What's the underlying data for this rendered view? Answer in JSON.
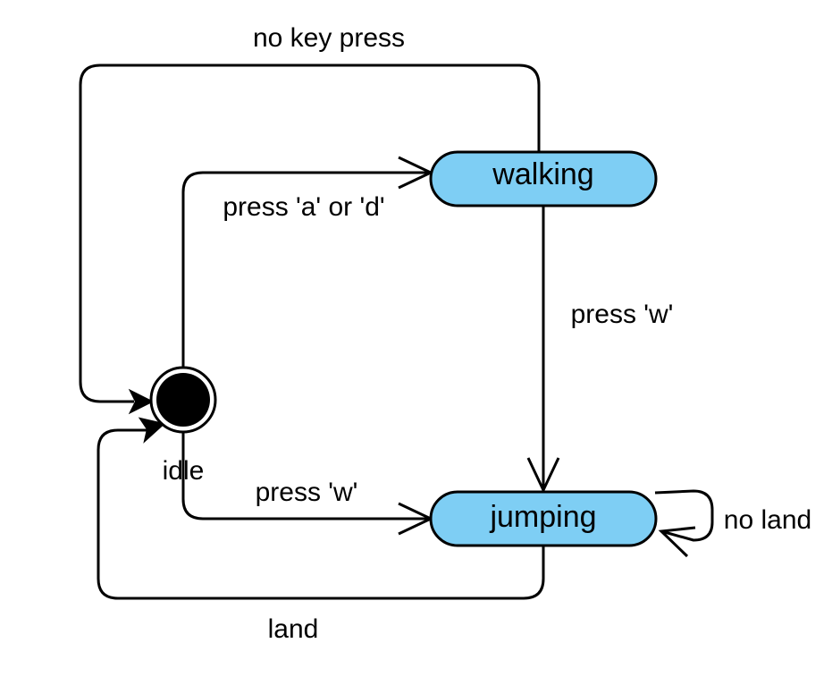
{
  "states": {
    "idle": {
      "label": "idle"
    },
    "walking": {
      "label": "walking"
    },
    "jumping": {
      "label": "jumping"
    }
  },
  "transitions": {
    "walking_to_idle": {
      "label": "no key press"
    },
    "idle_to_walking": {
      "label": "press 'a' or 'd'"
    },
    "walking_to_jumping": {
      "label": "press 'w'"
    },
    "idle_to_jumping": {
      "label": "press 'w'"
    },
    "jumping_self": {
      "label": "no land"
    },
    "jumping_to_idle": {
      "label": "land"
    }
  },
  "colors": {
    "state_fill": "#7ecef4",
    "stroke": "#000000",
    "initial_fill": "#000000"
  }
}
